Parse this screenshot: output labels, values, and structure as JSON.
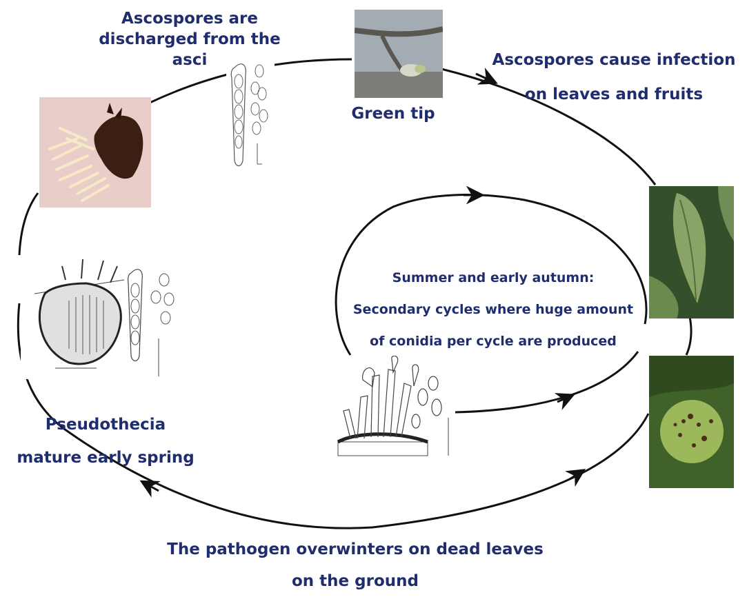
{
  "labels": {
    "ascospores_discharged": [
      "Ascospores are",
      "discharged from the",
      "asci"
    ],
    "green_tip": "Green tip",
    "ascospores_infection": [
      "Ascospores cause infection",
      "on leaves and fruits"
    ],
    "secondary_cycles": [
      "Summer and early autumn:",
      "Secondary cycles where huge amount",
      "of conidia per cycle  are produced"
    ],
    "pseudothecia": [
      "Pseudothecia",
      "mature early spring"
    ],
    "overwinters": [
      "The pathogen overwinters on dead leaves",
      "on the ground"
    ]
  },
  "illustrations": {
    "ascus_micrograph": "ascus-micrograph",
    "ascus_drawing": "ascus-drawing",
    "green_tip_photo": "green-tip-photo",
    "infected_leaf_photo": "infected-leaf-photo",
    "infected_fruit_photo": "infected-fruit-photo",
    "pseudothecium_drawing": "pseudothecium-drawing",
    "conidiophore_drawing": "conidiophore-drawing"
  },
  "colors": {
    "label_text": "#1f2d6e",
    "cycle_line": "#111111"
  }
}
